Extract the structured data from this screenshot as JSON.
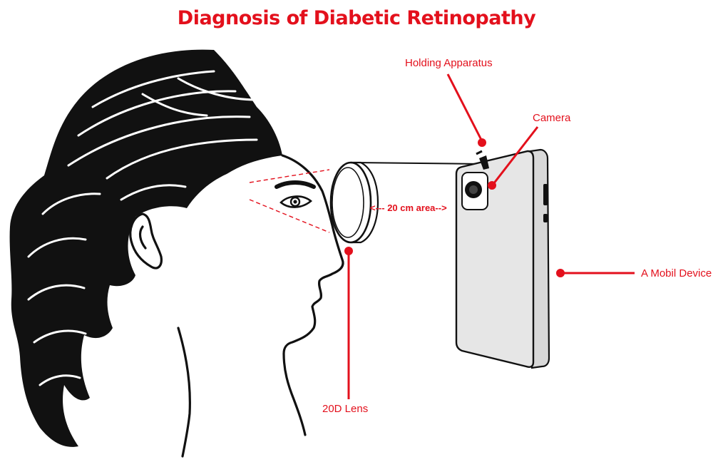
{
  "title": "Diagnosis of Diabetic Retinopathy",
  "colors": {
    "accent": "#e3101c",
    "ink": "#111111",
    "device_body": "#e6e6e6"
  },
  "labels": {
    "holding_apparatus": "Holding Apparatus",
    "camera": "Camera",
    "mobile_device": "A Mobil Device",
    "lens": "20D Lens",
    "distance": "<--- 20 cm area-->"
  }
}
